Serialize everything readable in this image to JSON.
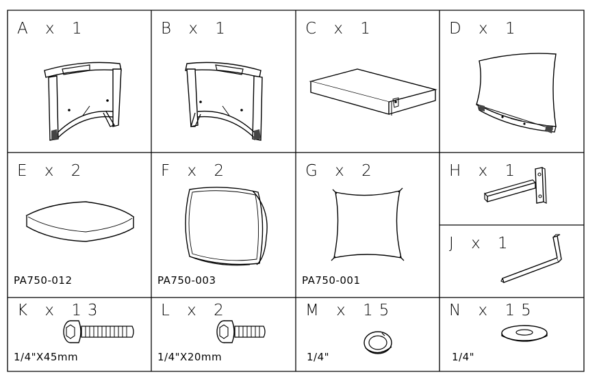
{
  "parts": [
    {
      "letter": "A",
      "qty": "x 1",
      "icon": "chair-front-frame-icon"
    },
    {
      "letter": "B",
      "qty": "x 1",
      "icon": "chair-rear-frame-icon"
    },
    {
      "letter": "C",
      "qty": "x 1",
      "icon": "seat-panel-icon"
    },
    {
      "letter": "D",
      "qty": "x 1",
      "icon": "backrest-panel-icon"
    },
    {
      "letter": "E",
      "qty": "x 2",
      "icon": "seat-cushion-icon",
      "code": "PA750-012"
    },
    {
      "letter": "F",
      "qty": "x 2",
      "icon": "back-cushion-icon",
      "code": "PA750-003"
    },
    {
      "letter": "G",
      "qty": "x 2",
      "icon": "throw-pillow-icon",
      "code": "PA750-001"
    },
    {
      "letter": "H",
      "qty": "x 1",
      "icon": "mounting-bracket-icon"
    },
    {
      "letter": "J",
      "qty": "x 1",
      "icon": "allen-key-icon"
    },
    {
      "letter": "K",
      "qty": "x 13",
      "icon": "long-bolt-icon",
      "code": "1/4\"X45mm"
    },
    {
      "letter": "L",
      "qty": "x 2",
      "icon": "short-bolt-icon",
      "code": "1/4\"X20mm"
    },
    {
      "letter": "M",
      "qty": "x 15",
      "icon": "spring-washer-icon",
      "code": "1/4\""
    },
    {
      "letter": "N",
      "qty": "x 15",
      "icon": "flat-washer-icon",
      "code": "1/4\""
    }
  ]
}
